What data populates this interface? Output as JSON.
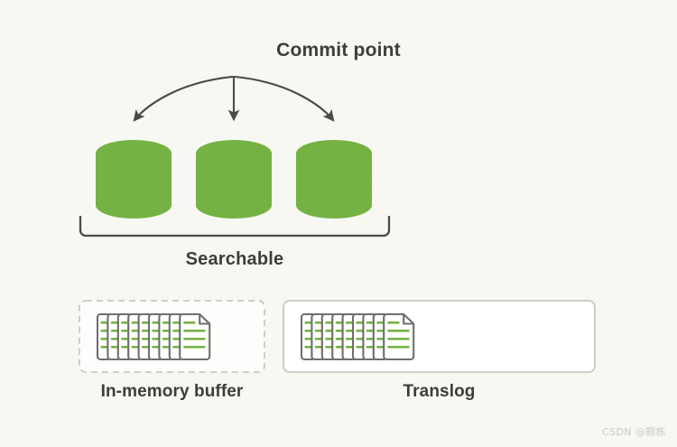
{
  "diagram": {
    "title": "Elasticsearch commit point / searchable segments diagram",
    "background_color": "#f8f8f2",
    "accent_green": "#75b244",
    "stroke_dark": "#4a4a47",
    "text_color": "#3d3d3b",
    "border_gray": "#c9c9c4"
  },
  "labels": {
    "commit_point": "Commit point",
    "searchable": "Searchable",
    "in_memory_buffer": "In-memory buffer",
    "translog": "Translog"
  },
  "icons": {
    "database_cylinder": "database-cylinder-icon",
    "document_stack": "document-stack-icon",
    "arrow_down": "arrow-down-icon",
    "brace": "brace-icon"
  },
  "segments": [
    {
      "id": "segment-1",
      "type": "database-cylinder",
      "color": "#75b244",
      "discs": 3
    },
    {
      "id": "segment-2",
      "type": "database-cylinder",
      "color": "#75b244",
      "discs": 3
    },
    {
      "id": "segment-3",
      "type": "database-cylinder",
      "color": "#75b244",
      "discs": 3
    }
  ],
  "arrows": [
    {
      "id": "arrow-left",
      "target": "segment-1"
    },
    {
      "id": "arrow-center",
      "target": "segment-2"
    },
    {
      "id": "arrow-right",
      "target": "segment-3"
    }
  ],
  "buffers": [
    {
      "id": "in-memory-buffer",
      "label": "In-memory buffer",
      "border_style": "dashed",
      "pages": 9
    },
    {
      "id": "translog",
      "label": "Translog",
      "border_style": "solid",
      "pages": 9
    }
  ],
  "watermark": {
    "text": "CSDN @颢栋"
  }
}
